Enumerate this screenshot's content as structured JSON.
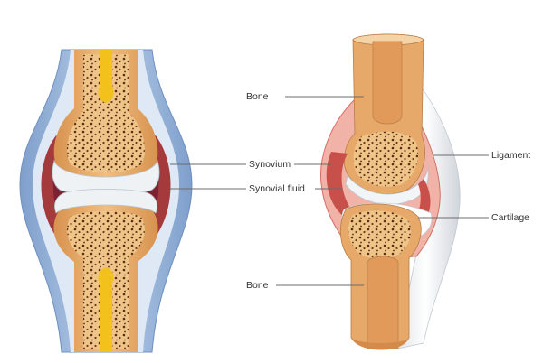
{
  "labels": {
    "bone_top": "Bone",
    "synovium": "Synovium",
    "synovial_fluid": "Synovial fluid",
    "bone_bottom": "Bone",
    "ligament": "Ligament",
    "cartilage": "Cartilage"
  },
  "colors": {
    "bone_tan": "#e4a567",
    "bone_light": "#f2cb8f",
    "marrow": "#f3c11c",
    "cartilage": "#e8eef2",
    "capsule_outer": "#a8c2e0",
    "capsule_inner": "#d6e4f2",
    "synovium_red": "#b0413f",
    "ligament": "#eef0f2",
    "leader_line": "#6b6b6b"
  }
}
